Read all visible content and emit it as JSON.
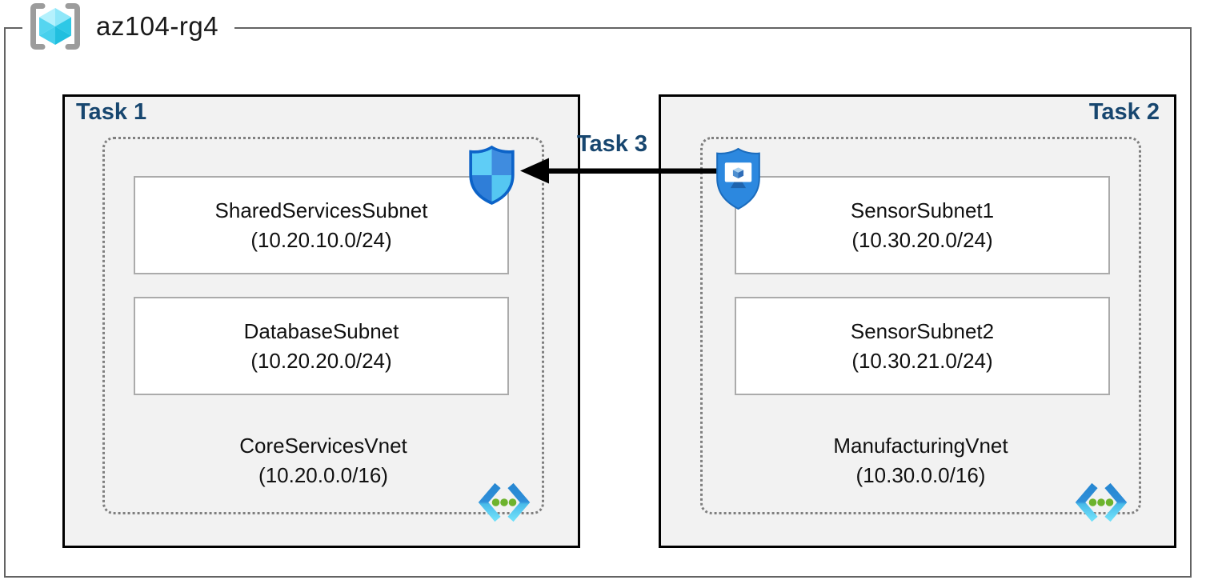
{
  "resource_group": {
    "title": "az104-rg4",
    "icon": "resource-group-icon"
  },
  "task1": {
    "label": "Task 1",
    "subnets": [
      {
        "name": "SharedServicesSubnet",
        "cidr": "(10.20.10.0/24)"
      },
      {
        "name": "DatabaseSubnet",
        "cidr": "(10.20.20.0/24)"
      }
    ],
    "vnet": {
      "name": "CoreServicesVnet",
      "cidr": "(10.20.0.0/16)"
    },
    "badge_icon": "network-security-group-icon"
  },
  "task2": {
    "label": "Task 2",
    "subnets": [
      {
        "name": "SensorSubnet1",
        "cidr": "(10.30.20.0/24)"
      },
      {
        "name": "SensorSubnet2",
        "cidr": "(10.30.21.0/24)"
      }
    ],
    "vnet": {
      "name": "ManufacturingVnet",
      "cidr": "(10.30.0.0/16)"
    },
    "badge_icon": "application-security-group-icon"
  },
  "task3": {
    "label": "Task 3",
    "arrow_direction": "right-to-left"
  },
  "icons": {
    "resource-group-icon": "gray brackets around cyan cube",
    "virtual-network-icon": "blue chevrons with three green dots",
    "network-security-group-icon": "blue quadrant shield",
    "application-security-group-icon": "blue shield with monitor and cube"
  },
  "colors": {
    "task_label": "#17466F",
    "task_box_fill": "#F2F2F2",
    "task_box_border": "#000000",
    "outer_border": "#636363",
    "subnet_border": "#ABABAB",
    "dashed_border": "#7F7F7F",
    "arrow": "#000000",
    "vnet_icon_blue": "#2787D2",
    "vnet_icon_cyan": "#67DCF8",
    "vnet_icon_green": "#6DB32D",
    "shield_blue": "#2C88DF"
  }
}
